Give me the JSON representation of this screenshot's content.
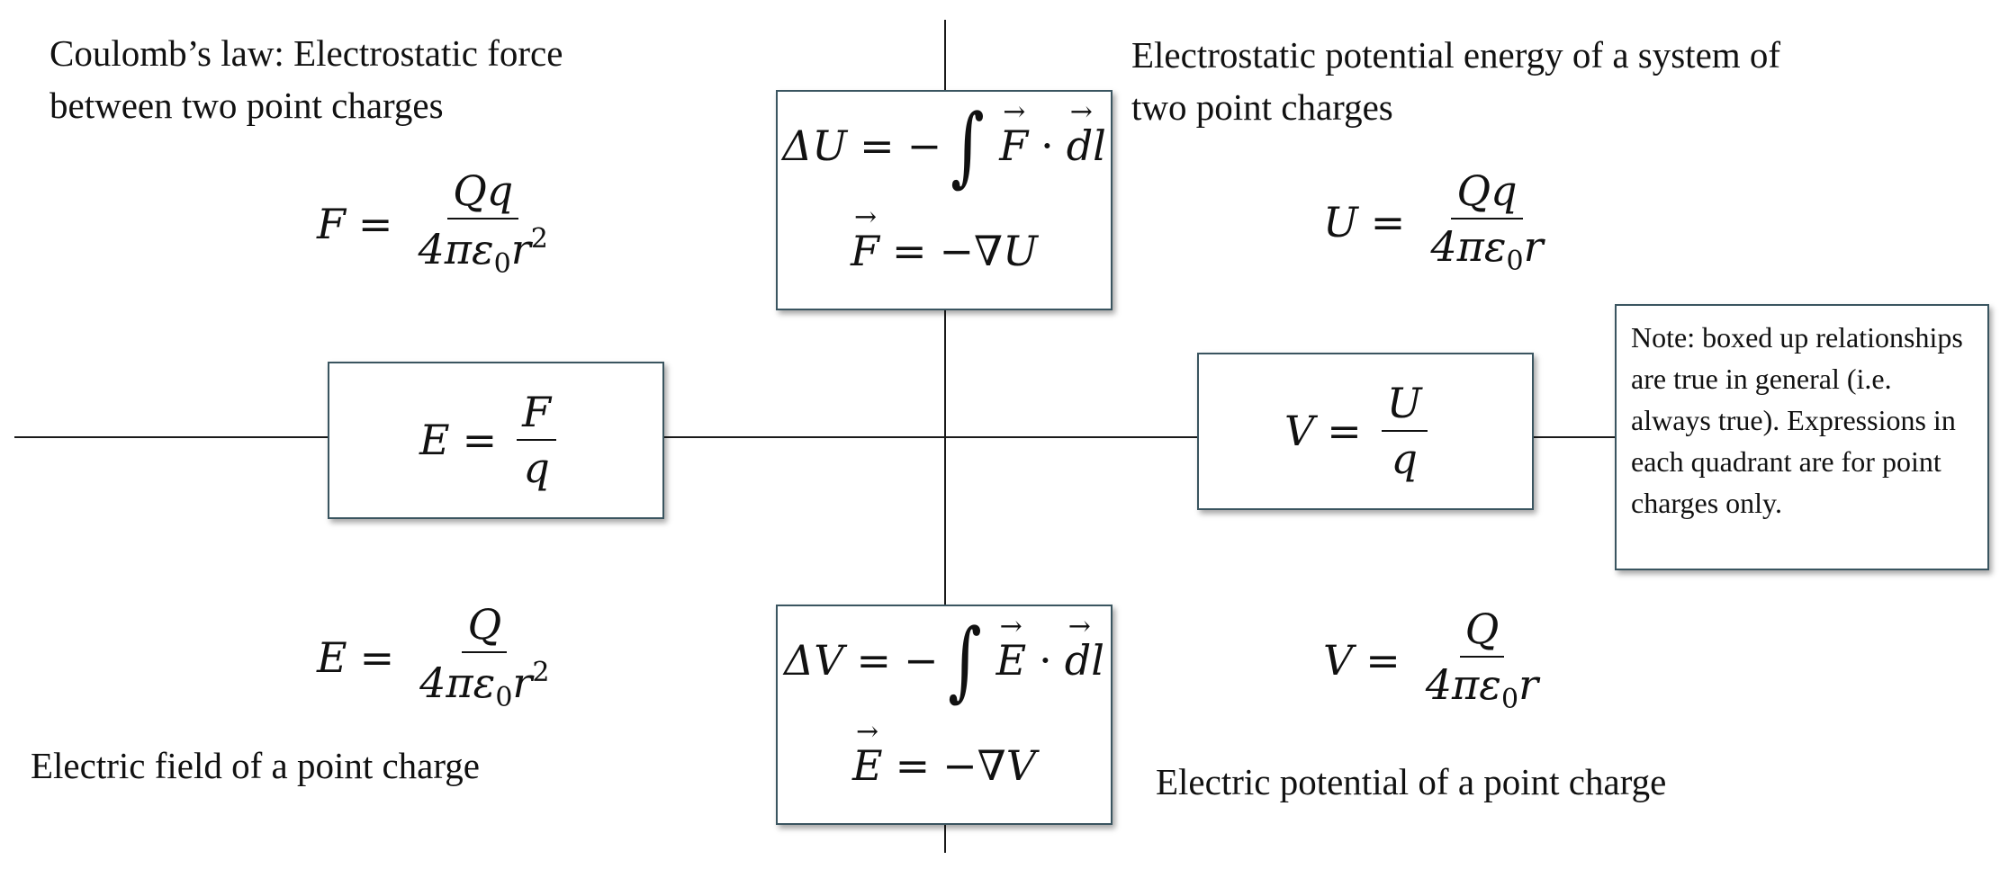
{
  "captions": {
    "top_left": "Coulomb’s law: Electrostatic force\nbetween two point charges",
    "top_right": "Electrostatic potential energy of a system of\ntwo point charges",
    "bottom_left": "Electric field of a point charge",
    "bottom_right": "Electric potential of a point charge"
  },
  "note": "Note: boxed up relationships are true in general (i.e. always true). Expressions in each quadrant are for point charges only.",
  "equations": {
    "coulomb": {
      "lhs": "F",
      "num": "Qq",
      "den_a": "4πε",
      "den_sub": "0",
      "den_b": "r",
      "den_sup": "2"
    },
    "potential_energy": {
      "lhs": "U",
      "num": "Qq",
      "den_a": "4πε",
      "den_sub": "0",
      "den_b": "r"
    },
    "field_point": {
      "lhs": "E",
      "num": "Q",
      "den_a": "4πε",
      "den_sub": "0",
      "den_b": "r",
      "den_sup": "2"
    },
    "potential_point": {
      "lhs": "V",
      "num": "Q",
      "den_a": "4πε",
      "den_sub": "0",
      "den_b": "r"
    },
    "field_def": {
      "lhs": "E",
      "num": "F",
      "den": "q"
    },
    "potential_def": {
      "lhs": "V",
      "num": "U",
      "den": "q"
    },
    "energy_box": {
      "delta": "ΔU",
      "minus": "−",
      "vec_a": "F",
      "dot": "·",
      "dl": "dl",
      "grad_lhs": "F",
      "grad_rhs": "−∇U"
    },
    "potential_box": {
      "delta": "ΔV",
      "minus": "−",
      "vec_a": "E",
      "dot": "·",
      "dl": "dl",
      "grad_lhs": "E",
      "grad_rhs": "−∇V"
    },
    "equals": "="
  }
}
